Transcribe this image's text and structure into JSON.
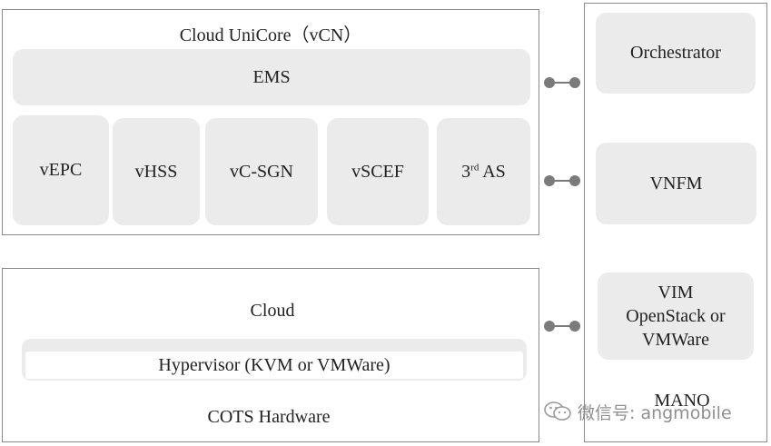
{
  "vcn": {
    "title": "Cloud UniCore（vCN）",
    "ems": "EMS",
    "functions": [
      "vEPC",
      "vHSS",
      "vC-SGN",
      "vSCEF"
    ],
    "third_as": {
      "base": "3",
      "sup": "rd",
      "suffix": " AS"
    }
  },
  "cloud": {
    "title": "Cloud",
    "hypervisor": "Hypervisor (KVM or VMWare)",
    "hardware": "COTS Hardware"
  },
  "mano": {
    "orchestrator": "Orchestrator",
    "vnfm": "VNFM",
    "vim_lines": [
      "VIM",
      "OpenStack or",
      "VMWare"
    ],
    "label": "MANO"
  },
  "watermark": {
    "text": "微信号: angmobile",
    "icon": "wechat-icon"
  }
}
